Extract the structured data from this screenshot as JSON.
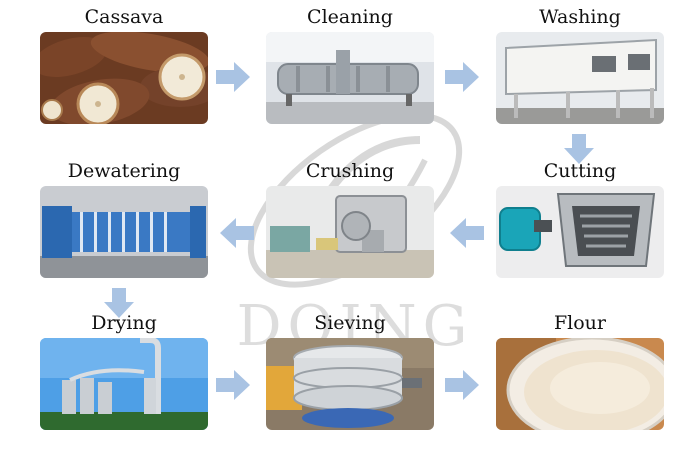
{
  "steps": [
    {
      "id": "cassava",
      "label": "Cassava",
      "image": "cassava-roots-photo"
    },
    {
      "id": "cleaning",
      "label": "Cleaning",
      "image": "cleaning-machine-photo"
    },
    {
      "id": "washing",
      "label": "Washing",
      "image": "washing-tank-photo"
    },
    {
      "id": "cutting",
      "label": "Cutting",
      "image": "cutting-machine-photo"
    },
    {
      "id": "crushing",
      "label": "Crushing",
      "image": "crushing-machine-photo"
    },
    {
      "id": "dewatering",
      "label": "Dewatering",
      "image": "filter-press-photo"
    },
    {
      "id": "drying",
      "label": "Drying",
      "image": "flash-dryer-photo"
    },
    {
      "id": "sieving",
      "label": "Sieving",
      "image": "vibrating-sieve-photo"
    },
    {
      "id": "flour",
      "label": "Flour",
      "image": "cassava-flour-photo"
    }
  ],
  "watermark": {
    "text": "DOING"
  },
  "colors": {
    "arrow": "#a9c3e3",
    "label": "#111111"
  }
}
